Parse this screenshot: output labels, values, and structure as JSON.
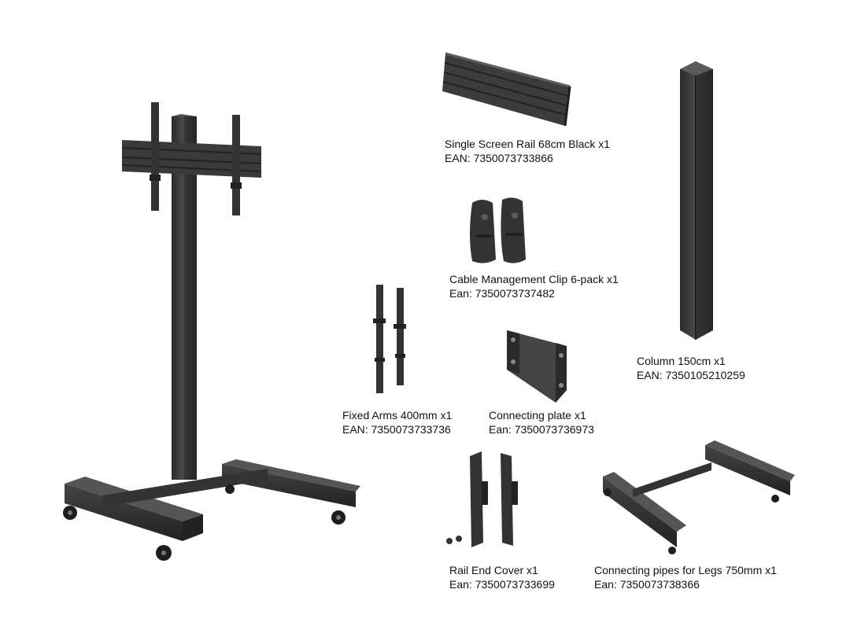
{
  "items": [
    {
      "id": "rail",
      "name": "Single Screen Rail 68cm Black x1",
      "ean": "EAN: 7350073733866"
    },
    {
      "id": "clip",
      "name": "Cable Management Clip 6-pack x1",
      "ean": "Ean: 7350073737482"
    },
    {
      "id": "arms",
      "name": "Fixed Arms 400mm x1",
      "ean": "EAN: 7350073733736"
    },
    {
      "id": "plate",
      "name": "Connecting plate x1",
      "ean": "Ean:  7350073736973"
    },
    {
      "id": "col",
      "name": "Column 150cm x1",
      "ean": "EAN: 7350105210259"
    },
    {
      "id": "cover",
      "name": "Rail End Cover x1",
      "ean": "Ean:  7350073733699"
    },
    {
      "id": "pipes",
      "name": "Connecting pipes for Legs 750mm x1",
      "ean": "Ean:  7350073738366"
    }
  ],
  "colors": {
    "metal_dark": "#2b2b2b",
    "metal_mid": "#3a3a3a",
    "metal_light": "#505050",
    "highlight": "#6a6a6a"
  }
}
